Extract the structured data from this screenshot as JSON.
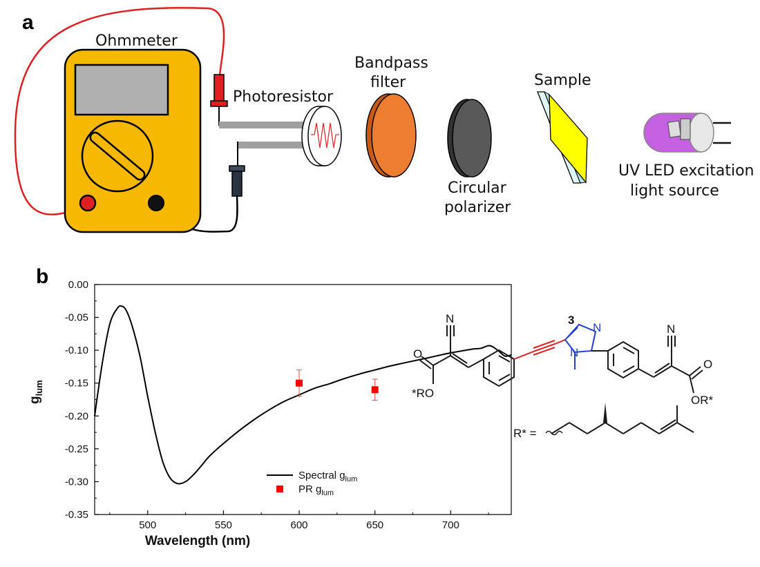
{
  "panel_a": {
    "letter": "a",
    "labels": {
      "ohmmeter": "Ohmmeter",
      "photoresistor": "Photoresistor",
      "bandpass_line1": "Bandpass",
      "bandpass_line2": "filter",
      "polarizer_line1": "Circular",
      "polarizer_line2": "polarizer",
      "sample": "Sample",
      "led_line1": "UV LED excitation",
      "led_line2": "light source"
    },
    "colors": {
      "meter_body": "#f6b800",
      "bandpass": "#ed7d31",
      "polarizer": "#595959",
      "sample": "#ffff00",
      "led": "#c560e0",
      "red_lead": "#e02020"
    }
  },
  "panel_b": {
    "letter": "b",
    "compound_label": "3",
    "r_label": "R* =",
    "atom_labels": {
      "n1": "N",
      "n2": "N",
      "n3": "N",
      "n4": "N",
      "o1": "O",
      "o2": "O",
      "ro_left": "*RO",
      "or_right": "OR*"
    }
  },
  "chart_data": {
    "type": "line",
    "xlabel": "Wavelength (nm)",
    "ylabel_main": "g",
    "ylabel_sub": "lum",
    "xlim": [
      465,
      740
    ],
    "ylim": [
      -0.35,
      0.0
    ],
    "xticks": [
      "500",
      "550",
      "600",
      "650",
      "700"
    ],
    "yticks": [
      "0.00",
      "-0.05",
      "-0.10",
      "-0.15",
      "-0.20",
      "-0.25",
      "-0.30",
      "-0.35"
    ],
    "legend_position": "bottom-right",
    "series": [
      {
        "name_main": "Spectral g",
        "name_sub": "lum",
        "type": "line",
        "color": "#000000",
        "x": [
          465,
          470,
          475,
          480,
          483,
          486,
          490,
          495,
          500,
          505,
          510,
          515,
          520,
          525,
          530,
          535,
          540,
          545,
          550,
          560,
          570,
          580,
          590,
          600,
          610,
          620,
          630,
          640,
          650,
          660,
          670,
          680,
          690,
          700,
          710,
          715,
          720,
          725,
          728,
          732,
          736,
          740
        ],
        "y": [
          -0.2,
          -0.12,
          -0.06,
          -0.036,
          -0.033,
          -0.04,
          -0.065,
          -0.11,
          -0.17,
          -0.225,
          -0.27,
          -0.295,
          -0.303,
          -0.3,
          -0.29,
          -0.277,
          -0.263,
          -0.252,
          -0.242,
          -0.223,
          -0.206,
          -0.191,
          -0.178,
          -0.168,
          -0.158,
          -0.151,
          -0.143,
          -0.136,
          -0.13,
          -0.124,
          -0.119,
          -0.114,
          -0.109,
          -0.104,
          -0.1,
          -0.098,
          -0.097,
          -0.093,
          -0.095,
          -0.102,
          -0.109,
          -0.107
        ]
      },
      {
        "name_main": "PR g",
        "name_sub": "lum",
        "type": "scatter",
        "color": "#ff0000",
        "x": [
          600,
          650
        ],
        "y": [
          -0.15,
          -0.16
        ],
        "error": [
          0.02,
          0.016
        ]
      }
    ]
  }
}
